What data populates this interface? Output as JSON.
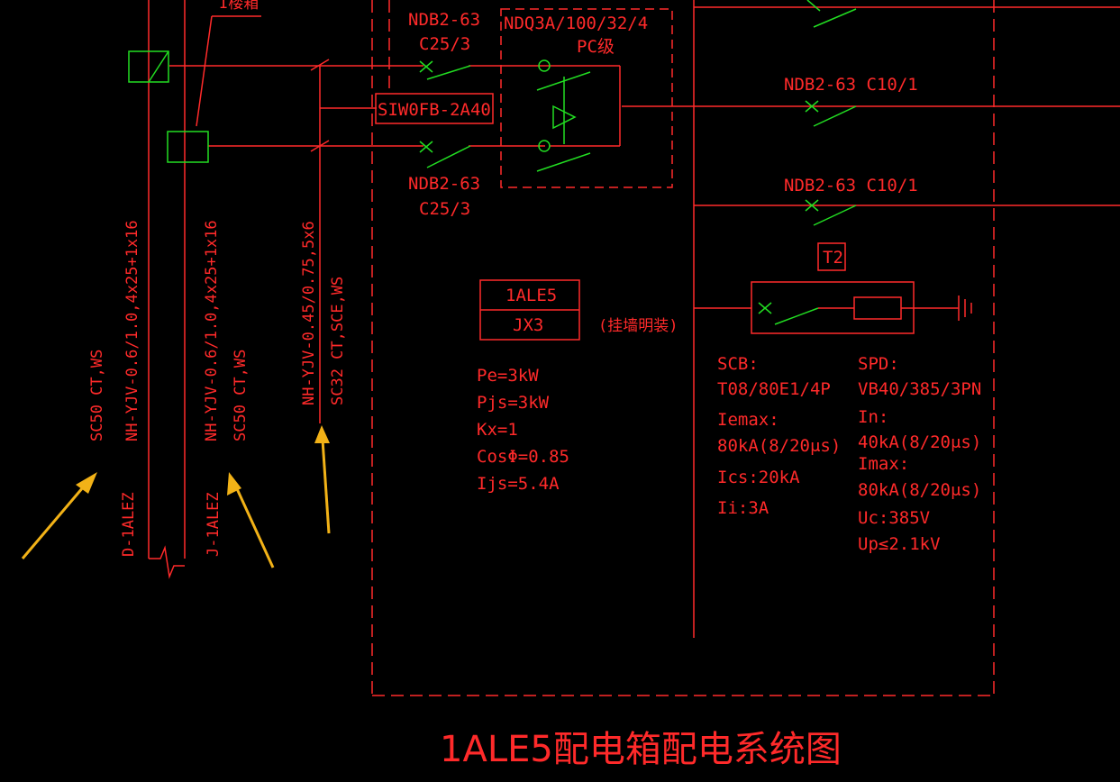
{
  "colors": {
    "background": "#000000",
    "wire": "#ff2a2a",
    "switch": "#22dd22",
    "arrow": "#f2b217"
  },
  "top_clip_label": "I楼箱",
  "incoming": {
    "left_switch_top": {
      "model": "NDB2-63",
      "rating": "C25/3"
    },
    "left_switch_bottom": {
      "model": "NDB2-63",
      "rating": "C25/3"
    },
    "control_module": "SIW0FB-2A40",
    "ats": {
      "model": "NDQ3A/100/32/4",
      "grade": "PC级"
    }
  },
  "feeders": [
    {
      "label": "NDB2-63  C10/1"
    },
    {
      "label": "NDB2-63  C10/1"
    }
  ],
  "spd_branch": {
    "tag": "T2",
    "scb": [
      "SCB:",
      "T08/80E1/4P",
      "Iemax:",
      "80kA(8/20μs)",
      "Ics:20kA",
      "Ii:3A"
    ],
    "spd": [
      "SPD:",
      "VB40/385/3PN",
      "In:",
      "40kA(8/20μs)",
      "Imax:",
      "80kA(8/20μs)",
      "Uc:385V",
      "Up≤2.1kV"
    ]
  },
  "panel": {
    "id": "1ALE5",
    "code": "JX3",
    "mount_note": "(挂墙明装)",
    "params": [
      "Pe=3kW",
      "Pjs=3kW",
      "Kx=1",
      "CosΦ=0.85",
      "Ijs=5.4A"
    ]
  },
  "cables": {
    "cable1": {
      "spec": "NH-YJV-0.6/1.0,4x25+1x16",
      "conduit": "SC50  CT,WS",
      "source": "D-1ALEZ"
    },
    "cable2": {
      "spec": "NH-YJV-0.6/1.0,4x25+1x16",
      "conduit": "SC50  CT,WS",
      "source": "J-1ALEZ"
    },
    "control_cable": {
      "spec": "NH-YJV-0.45/0.75,5x6",
      "conduit": "SC32  CT,SCE,WS"
    }
  },
  "drawing_title": "1ALE5配电箱配电系统图"
}
